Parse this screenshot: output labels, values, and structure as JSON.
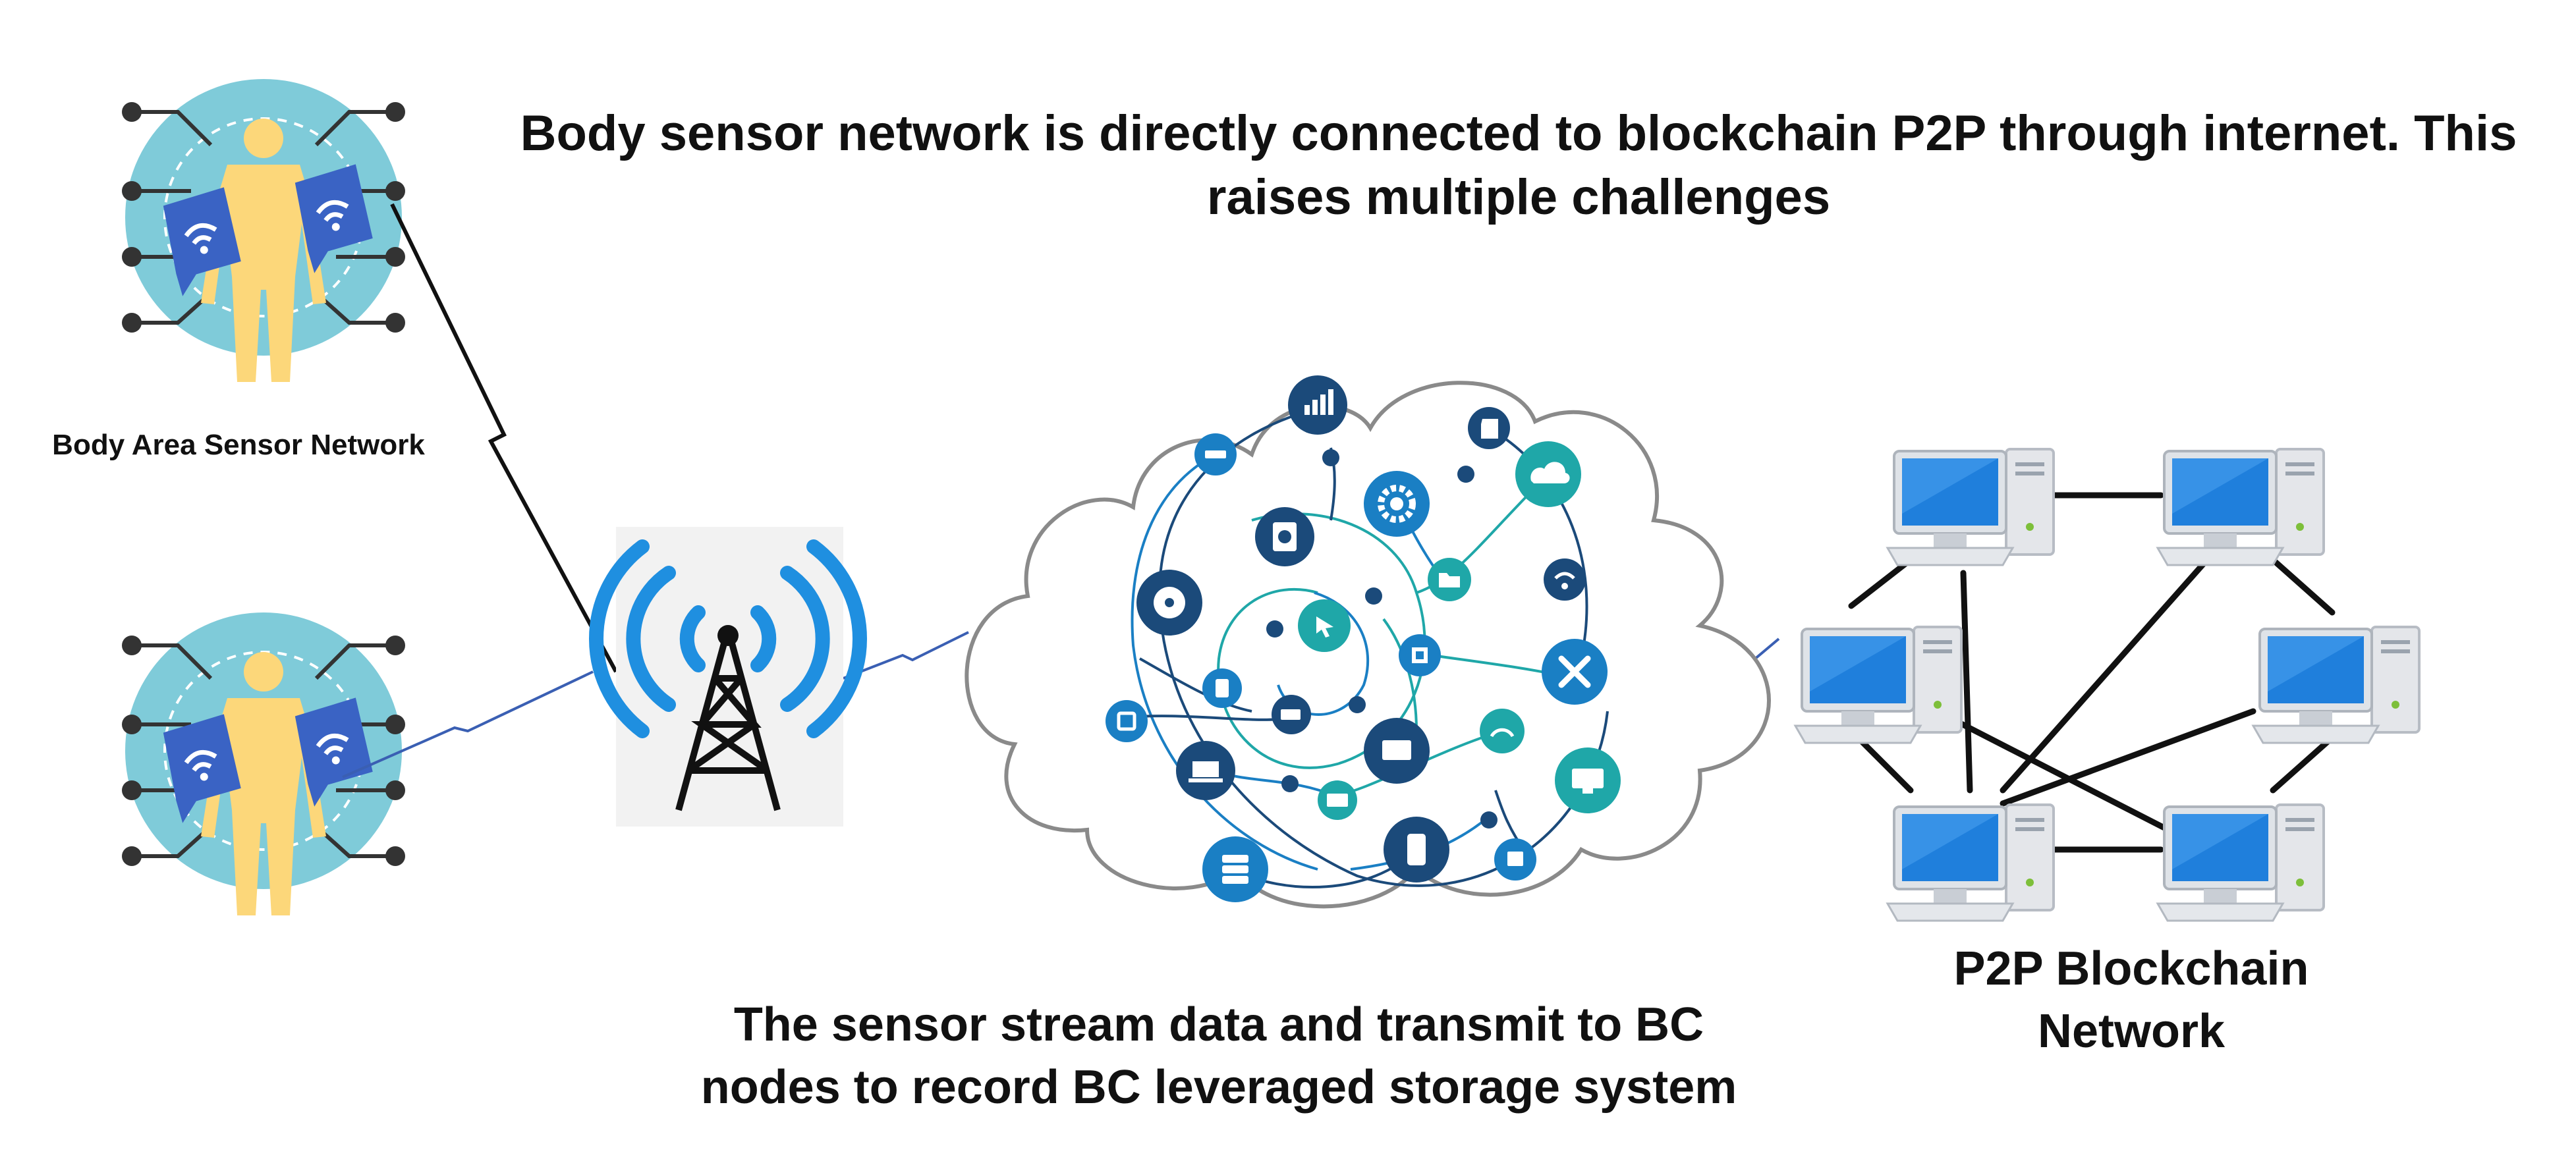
{
  "headline_line1": "Body sensor network is directly connected to blockchain P2P through internet. This",
  "headline_line2": "raises multiple challenges",
  "body_area_label": "Body Area Sensor Network",
  "bottom_line1": "The sensor stream data and transmit to BC",
  "bottom_line2": "nodes to record BC leveraged storage system",
  "p2p_line1": "P2P Blockchain",
  "p2p_line2": "Network",
  "colors": {
    "body_circle": "#7fcbd9",
    "body_figure": "#fcd77a",
    "sensor_tag": "#3a63c4",
    "tower_wave": "#1f8fe0",
    "cloud_outline": "#8a8a8a",
    "node_dark": "#1b4a7a",
    "node_blue": "#1a7fc4",
    "node_teal": "#1fa7a8",
    "computer_screen": "#1f7fdc",
    "link_line": "#111111",
    "wireless_link": "#3a5fb3"
  },
  "icons": [
    "person-icon",
    "wifi-sensor-icon",
    "cell-tower-icon",
    "cloud-icon",
    "desktop-computer-icon",
    "bar-chart-icon",
    "gear-icon",
    "sd-card-icon",
    "cloud-wifi-icon",
    "folder-icon",
    "cursor-icon",
    "chip-icon",
    "wrench-icon",
    "laptop-icon",
    "keyboard-icon",
    "gauge-icon",
    "monitor-icon",
    "smartphone-icon",
    "database-icon",
    "harddisk-icon",
    "disc-icon",
    "router-icon",
    "battery-icon",
    "usb-icon",
    "window-icon",
    "export-icon",
    "wifi-icon"
  ]
}
